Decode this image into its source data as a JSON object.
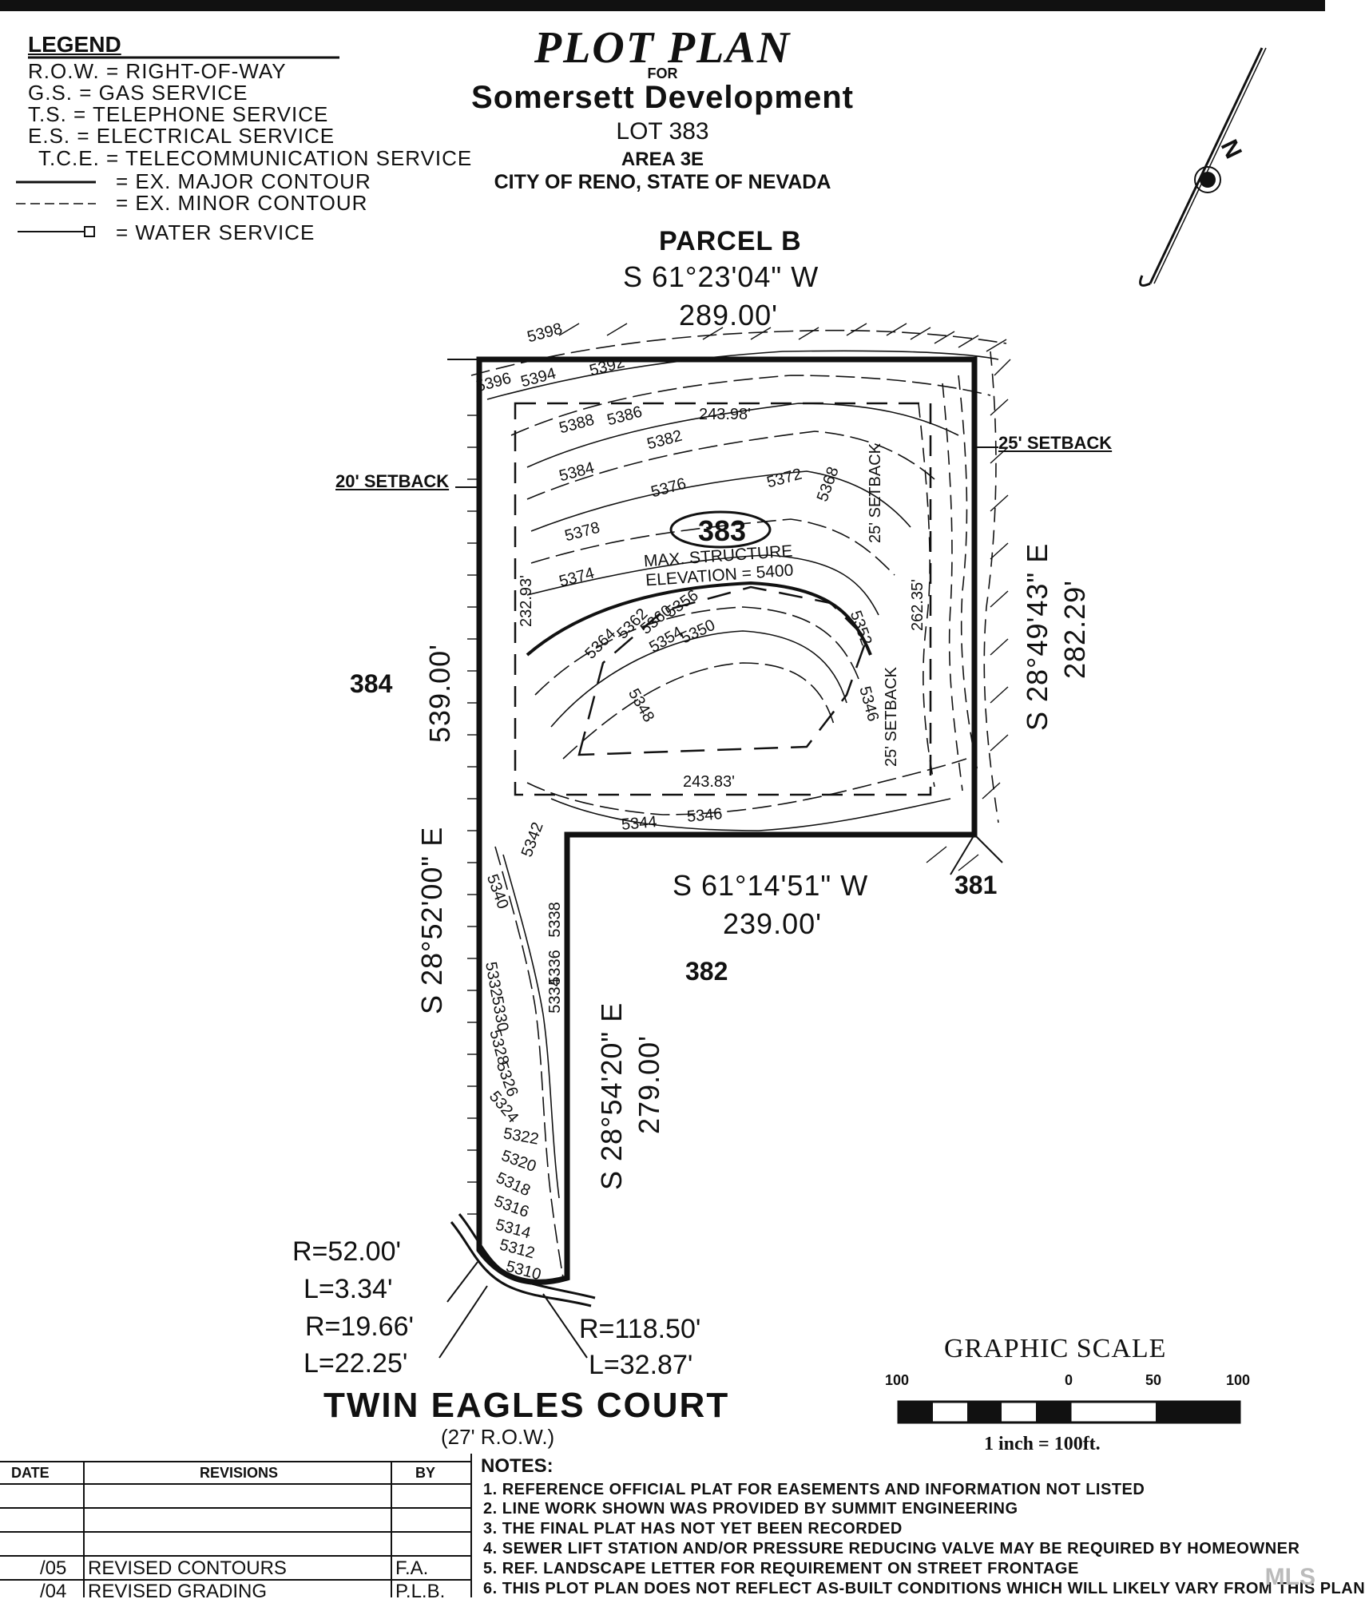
{
  "title": "PLOT PLAN",
  "for_label": "FOR",
  "developer": "Somersett Development",
  "lot": "LOT 383",
  "area": "AREA 3E",
  "city": "CITY OF RENO, STATE OF NEVADA",
  "legend": {
    "title": "LEGEND",
    "items": [
      {
        "code": "R.O.W.",
        "label": "= RIGHT-OF-WAY"
      },
      {
        "code": "G.S.",
        "label": "= GAS SERVICE"
      },
      {
        "code": "T.S.",
        "label": "= TELEPHONE SERVICE"
      },
      {
        "code": "E.S.",
        "label": "= ELECTRICAL SERVICE"
      },
      {
        "code": "T.C.E.",
        "label": "= TELECOMMUNICATION SERVICE"
      },
      {
        "code": "",
        "label": "= EX. MAJOR CONTOUR"
      },
      {
        "code": "",
        "label": "= EX. MINOR CONTOUR"
      },
      {
        "code": "",
        "label": "= WATER SERVICE"
      }
    ]
  },
  "parcel_label": "PARCEL B",
  "bearings": {
    "north_bearing": "S 61°23'04\" W",
    "north_distance": "289.00'",
    "east_bearing": "S 28°49'43\" E",
    "east_distance": "282.29'",
    "west_bearing": "S 28°52'00\" E",
    "west_distance": "539.00'",
    "middle_bearing": "S 61°14'51\" W",
    "middle_distance": "239.00'",
    "stem_bearing": "S 28°54'20\" E",
    "stem_distance": "279.00'"
  },
  "setbacks": {
    "west": "20' SETBACK",
    "east": "25' SETBACK",
    "inner_top": "243.98'",
    "inner_bottom": "243.83'",
    "inner_left": "232.93'",
    "inner_right": "262.35'",
    "inner_right_label": "25' SETBACK",
    "inner_right_label_2": "25' SETBACK"
  },
  "lots": {
    "subject": "383",
    "west": "384",
    "east": "381",
    "south": "382"
  },
  "structure_note": "MAX. STRUCTURE ELEVATION = 5400",
  "contours": [
    "5398",
    "5396",
    "5394",
    "5392",
    "5388",
    "5386",
    "5382",
    "5384",
    "5376",
    "5372",
    "5368",
    "5378",
    "5374",
    "5364",
    "5362",
    "5360",
    "5356",
    "5354",
    "5350",
    "5352",
    "5346",
    "5348",
    "5344",
    "5346",
    "5342",
    "5340",
    "5338",
    "5336",
    "5334",
    "5332",
    "5330",
    "5328",
    "5326",
    "5324",
    "5322",
    "5320",
    "5318",
    "5316",
    "5314",
    "5312",
    "5310"
  ],
  "curves": {
    "c1_r": "R=52.00'",
    "c1_l": "L=3.34'",
    "c2_r": "R=19.66'",
    "c2_l": "L=22.25'",
    "c3_r": "R=118.50'",
    "c3_l": "L=32.87'"
  },
  "street": {
    "name": "TWIN EAGLES COURT",
    "row": "(27' R.O.W.)"
  },
  "graphic_scale": {
    "title": "GRAPHIC SCALE",
    "tick_left": "100",
    "tick_zero": "0",
    "tick_mid": "50",
    "tick_right": "100",
    "ratio": "1 inch = 100ft."
  },
  "north_arrow": "N",
  "revisions": {
    "headers": [
      "DATE",
      "REVISIONS",
      "BY"
    ],
    "rows": [
      {
        "date": "",
        "text": "",
        "by": ""
      },
      {
        "date": "",
        "text": "",
        "by": ""
      },
      {
        "date": "",
        "text": "",
        "by": ""
      },
      {
        "date": "/05",
        "text": "REVISED CONTOURS",
        "by": "F.A."
      },
      {
        "date": "/04",
        "text": "REVISED GRADING",
        "by": "P.L.B."
      }
    ]
  },
  "notes": {
    "title": "NOTES:",
    "items": [
      "1. REFERENCE OFFICIAL PLAT FOR EASEMENTS AND INFORMATION NOT LISTED",
      "2. LINE WORK SHOWN WAS PROVIDED BY SUMMIT ENGINEERING",
      "3. THE FINAL PLAT HAS NOT YET BEEN RECORDED",
      "4. SEWER LIFT STATION AND/OR PRESSURE REDUCING VALVE MAY BE REQUIRED BY HOMEOWNER",
      "5. REF. LANDSCAPE LETTER FOR REQUIREMENT ON STREET FRONTAGE",
      "6. THIS PLOT PLAN DOES NOT REFLECT AS-BUILT CONDITIONS WHICH WILL LIKELY VARY FROM THIS PLAN"
    ]
  },
  "watermark": "MLS"
}
